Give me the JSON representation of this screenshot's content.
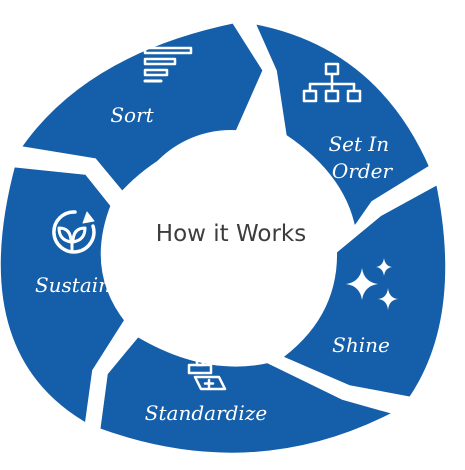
{
  "diagram": {
    "center_label": "How it Works",
    "segments": [
      {
        "label_lines": [
          "Sort"
        ],
        "icon": "bar-list-icon"
      },
      {
        "label_lines": [
          "Set In",
          "Order"
        ],
        "icon": "org-chart-icon"
      },
      {
        "label_lines": [
          "Shine"
        ],
        "icon": "sparkles-icon"
      },
      {
        "label_lines": [
          "Standardize"
        ],
        "icon": "stamp-icon"
      },
      {
        "label_lines": [
          "Sustain"
        ],
        "icon": "recycle-leaf-icon"
      }
    ]
  },
  "colors": {
    "segment_fill": "#155ea9",
    "segment_stroke": "#ffffff",
    "icon": "#ffffff",
    "center_fill": "#ffffff",
    "center_text": "#3d3d3d"
  }
}
